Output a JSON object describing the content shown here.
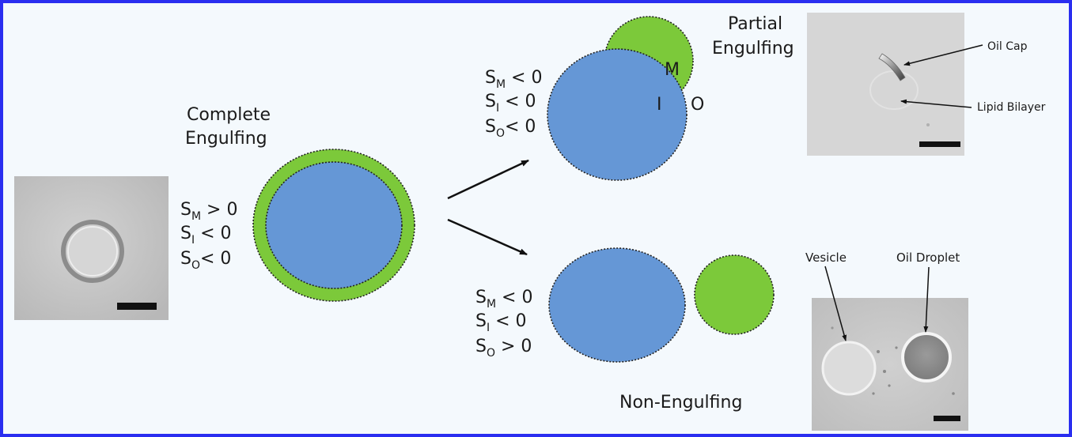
{
  "colors": {
    "border": "#2a2ef0",
    "background": "#f4f9fd",
    "vesicle_blue": "#6597d6",
    "oil_green": "#7cc93a",
    "outline": "#222222"
  },
  "complete": {
    "title_line1": "Complete",
    "title_line2": "Engulfing",
    "conditions": [
      {
        "s": "S",
        "sub": "M",
        "rel": " > 0"
      },
      {
        "s": "S",
        "sub": "I",
        "rel": " < 0"
      },
      {
        "s": "S",
        "sub": "O",
        "rel": "< 0"
      }
    ]
  },
  "partial": {
    "title_line1": "Partial",
    "title_line2": "Engulfing",
    "conditions": [
      {
        "s": "S",
        "sub": "M",
        "rel": " < 0"
      },
      {
        "s": "S",
        "sub": "I",
        "rel": " < 0"
      },
      {
        "s": "S",
        "sub": "O",
        "rel": "< 0"
      }
    ],
    "phase_m": "M",
    "phase_i": "I",
    "phase_o": "O",
    "annotation_oil_cap": "Oil Cap",
    "annotation_bilayer": "Lipid Bilayer"
  },
  "non": {
    "title": "Non-Engulfing",
    "conditions": [
      {
        "s": "S",
        "sub": "M",
        "rel": " < 0"
      },
      {
        "s": "S",
        "sub": "I",
        "rel": " < 0"
      },
      {
        "s": "S",
        "sub": "O",
        "rel": " > 0"
      }
    ],
    "annotation_vesicle": "Vesicle",
    "annotation_droplet": "Oil Droplet"
  }
}
